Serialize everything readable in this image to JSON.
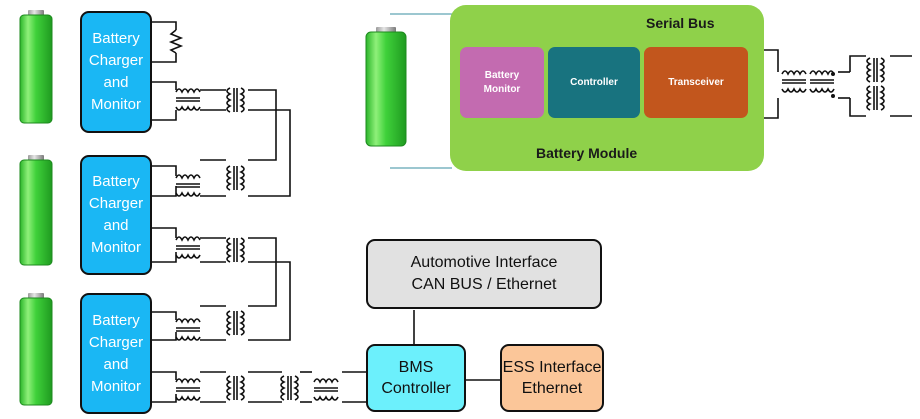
{
  "monitors": [
    {
      "lines": [
        "Battery",
        "Charger",
        "and",
        "Monitor"
      ]
    },
    {
      "lines": [
        "Battery",
        "Charger",
        "and",
        "Monitor"
      ]
    },
    {
      "lines": [
        "Battery",
        "Charger",
        "and",
        "Monitor"
      ]
    }
  ],
  "automotive": {
    "line1": "Automotive Interface",
    "line2": "CAN BUS / Ethernet"
  },
  "bms": {
    "line1": "BMS",
    "line2": "Controller"
  },
  "ess": {
    "line1": "ESS Interface",
    "line2": "Ethernet"
  },
  "module": {
    "title": "Serial Bus",
    "footer": "Battery Module",
    "battery_monitor": [
      "Battery",
      "Monitor"
    ],
    "controller": "Controller",
    "transceiver": "Transceiver"
  },
  "colors": {
    "battery_green": "#3fd13a",
    "monitor_blue": "#1ab7f4",
    "module_green": "#8fd14a",
    "battery_monitor_pink": "#c36bb0",
    "controller_teal": "#18737f",
    "transceiver_orange": "#c2561d",
    "bms_cyan": "#6cf0fc",
    "ess_orange": "#fbc699",
    "automotive_gray": "#e1e1e1"
  }
}
